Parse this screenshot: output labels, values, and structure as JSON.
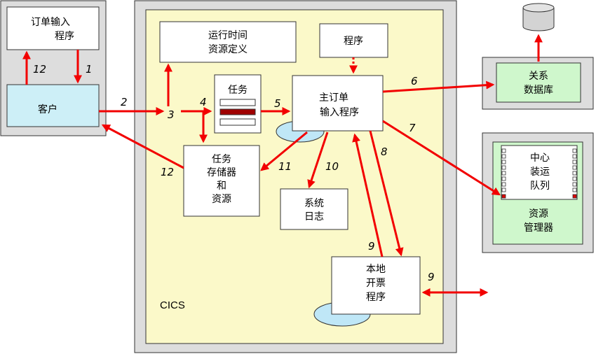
{
  "colors": {
    "arrow": "#f20000",
    "panel_gray": "#dddddd",
    "cics_yellow": "#fbf9c9",
    "customer_cyan": "#cdeff7",
    "green": "#cff7cc",
    "cylinder_blue": "#bfe7f7",
    "db_gray": "#d3d3d3"
  },
  "nodes": {
    "order_entry_line1": "订单输入",
    "order_entry_line2": "程序",
    "customer": "客户",
    "runtime_line1": "运行时间",
    "runtime_line2": "资源定义",
    "program": "程序",
    "task": "任务",
    "main_order_line1": "主订单",
    "main_order_line2": "输入程序",
    "task_storage_line1": "任务",
    "task_storage_line2": "存储器",
    "task_storage_line3": "和",
    "task_storage_line4": "资源",
    "syslog_line1": "系统",
    "syslog_line2": "日志",
    "billing_line1": "本地",
    "billing_line2": "开票",
    "billing_line3": "程序",
    "cics": "CICS",
    "relational_line1": "关系",
    "relational_line2": "数据库",
    "queue_line1": "中心",
    "queue_line2": "装运",
    "queue_line3": "队列",
    "resource_mgr_line1": "资源",
    "resource_mgr_line2": "管理器"
  },
  "step_numbers": {
    "s1": "1",
    "s2": "2",
    "s3": "3",
    "s4": "4",
    "s5": "5",
    "s6": "6",
    "s7": "7",
    "s8": "8",
    "s9a": "9",
    "s9b": "9",
    "s10": "10",
    "s11": "11",
    "s12a": "12",
    "s12b": "12"
  }
}
